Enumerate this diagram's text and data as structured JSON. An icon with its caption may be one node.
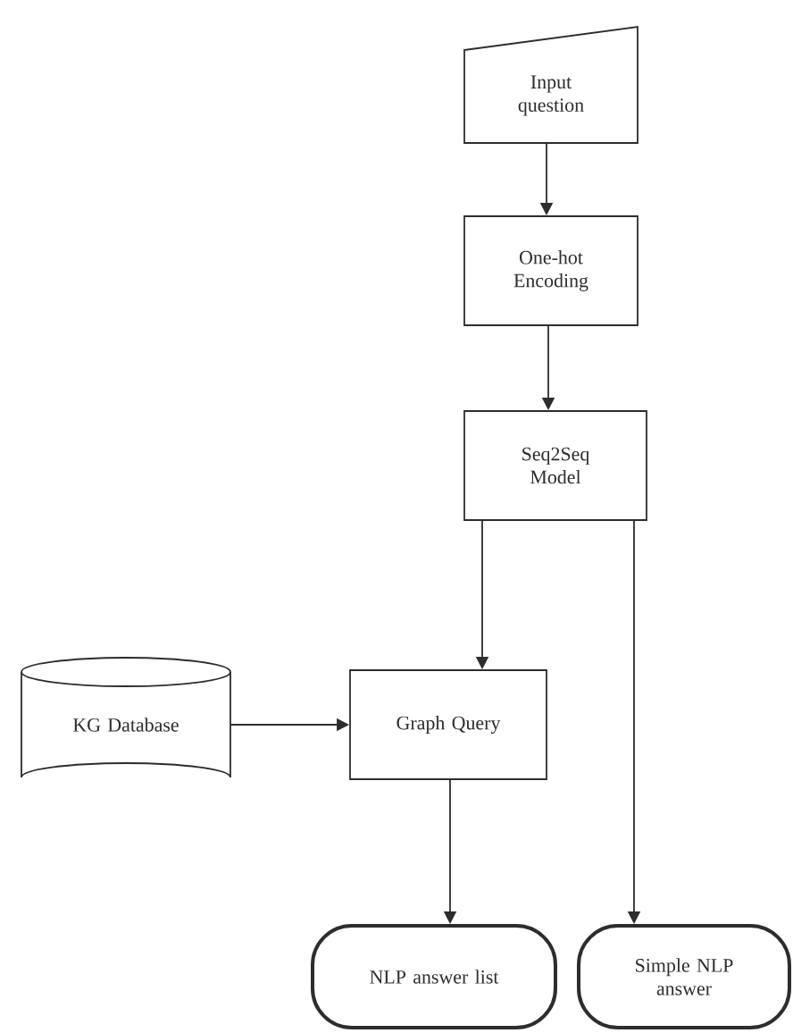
{
  "diagram": {
    "nodes": [
      {
        "text": [
          "Input question"
        ]
      },
      {
        "text": [
          "One-hot Encoding"
        ]
      },
      {
        "text": [
          "Seq2Seq Model"
        ]
      },
      {
        "text": [
          "Graph Query"
        ]
      },
      {
        "text": [
          "KG Database"
        ]
      },
      {
        "text": [
          "NLP answer list"
        ]
      },
      {
        "text": [
          "Simple NLP answer"
        ]
      }
    ],
    "edges": [
      {
        "from": 0,
        "to": 1,
        "arrow": "to"
      },
      {
        "from": 1,
        "to": 2,
        "arrow": "to"
      },
      {
        "from": 2,
        "to": 3,
        "arrow": "to"
      },
      {
        "from": 2,
        "to": 6,
        "arrow": "to"
      },
      {
        "from": 4,
        "to": 3,
        "arrow": "to"
      },
      {
        "from": 3,
        "to": 5,
        "arrow": "to"
      }
    ]
  }
}
